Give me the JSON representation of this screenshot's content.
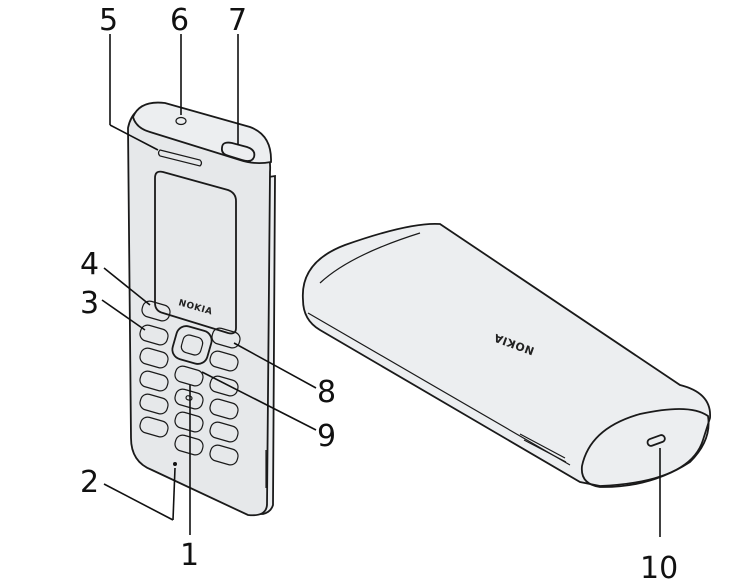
{
  "labels": {
    "n1": "1",
    "n2": "2",
    "n3": "3",
    "n4": "4",
    "n5": "5",
    "n6": "6",
    "n7": "7",
    "n8": "8",
    "n9": "9",
    "n10": "10"
  },
  "phone_front": {
    "brand": "NOKIA"
  },
  "phone_back": {
    "brand": "NOKIA"
  }
}
